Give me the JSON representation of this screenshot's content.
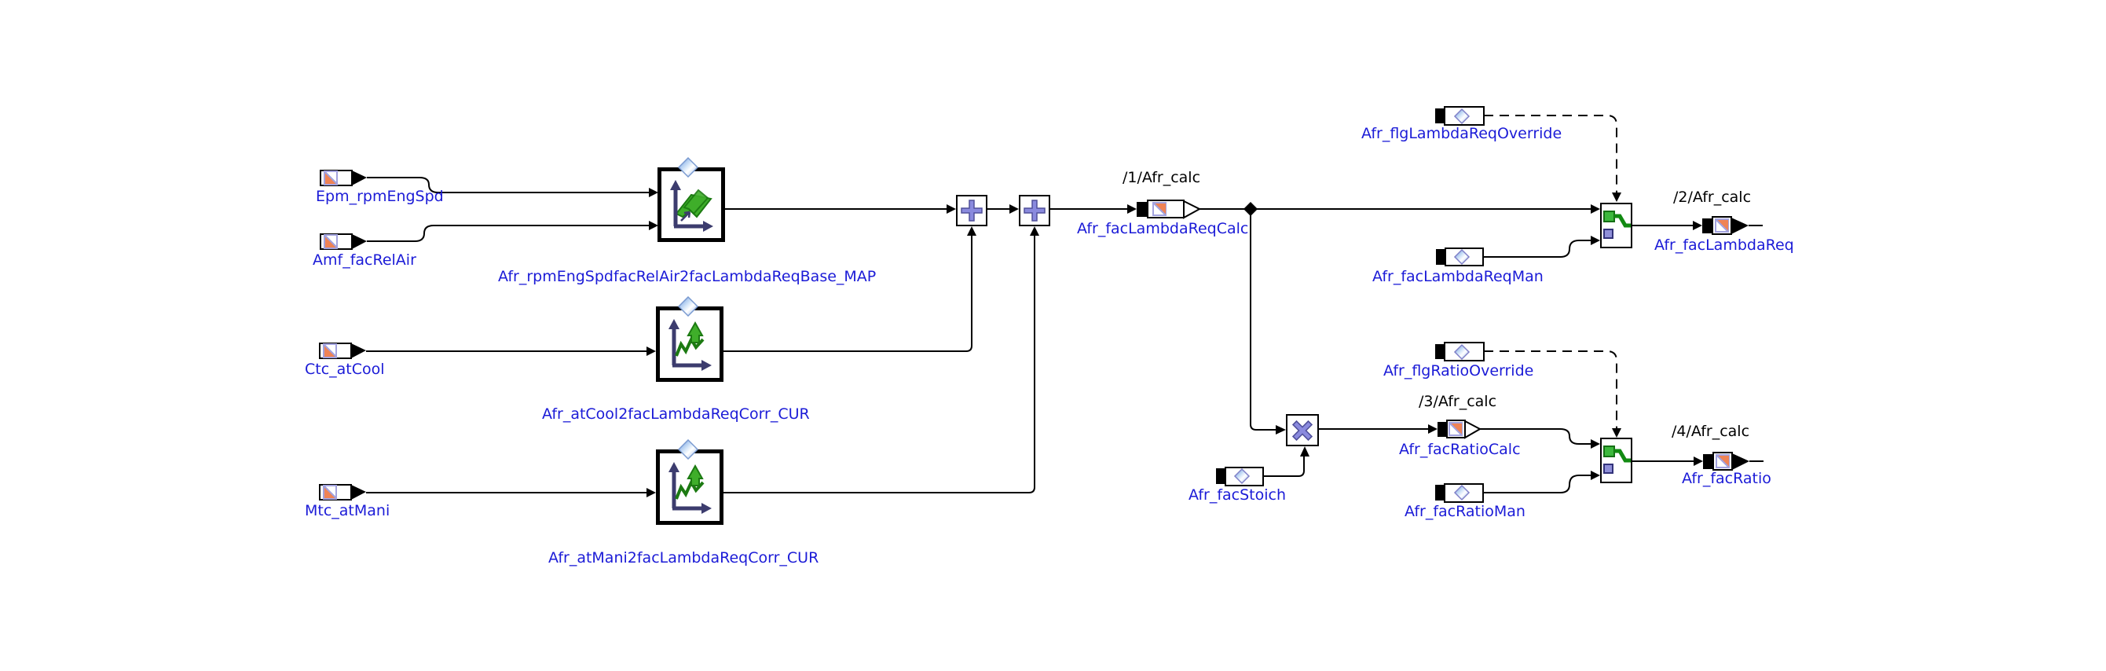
{
  "app": {
    "view": "block-diagram-canvas",
    "background": "#ffffff"
  },
  "colors": {
    "label_blue": "#1b1bd7",
    "label_black": "#000000",
    "wire": "#000000",
    "port_orange": "#ef8355",
    "port_lavender": "#a2a2de",
    "message_diamond_blue": "#8ab1e8",
    "icon_green": "#3fae2a",
    "icon_green_dark": "#1c7a12",
    "icon_navy": "#3c3c6e",
    "operator_purple": "#8a8ade",
    "switch_green": "#128a12"
  },
  "icons": {
    "receive_port": "orange-triangle-square",
    "send_port": "orange-triangle-square",
    "message_port": "blue-diamond",
    "map_block": "axes-green-surface-arrow",
    "curve_block": "axes-green-curve-arrow",
    "add": "+",
    "multiply": "×",
    "switch": "green-switch-lever",
    "calibration_diamond": "blue-white-diamond",
    "junction": "black-diamond"
  },
  "ports_in": [
    {
      "label": "Epm_rpmEngSpd"
    },
    {
      "label": "Amf_facRelAir"
    },
    {
      "label": "Ctc_atCool"
    },
    {
      "label": "Mtc_atMani"
    }
  ],
  "blocks": {
    "map": {
      "label": "Afr_rpmEngSpdfacRelAir2facLambdaReqBase_MAP",
      "type": "map-lookup"
    },
    "cur_cool": {
      "label": "Afr_atCool2facLambdaReqCorr_CUR",
      "type": "curve-lookup"
    },
    "cur_mani": {
      "label": "Afr_atMani2facLambdaReqCorr_CUR",
      "type": "curve-lookup"
    },
    "add1": {
      "symbol": "+"
    },
    "add2": {
      "symbol": "+"
    },
    "mult": {
      "symbol": "×"
    }
  },
  "msg_ports": [
    {
      "label": "Afr_flgLambdaReqOverride"
    },
    {
      "label": "Afr_facLambdaReqMan"
    },
    {
      "label": "Afr_flgRatioOverride"
    },
    {
      "label": "Afr_facStoich"
    },
    {
      "label": "Afr_facRatioMan"
    }
  ],
  "outports": [
    {
      "sequence": "/1/Afr_calc",
      "label": "Afr_facLambdaReqCalc"
    },
    {
      "sequence": "/2/Afr_calc",
      "label": "Afr_facLambdaReq"
    },
    {
      "sequence": "/3/Afr_calc",
      "label": "Afr_facRatioCalc"
    },
    {
      "sequence": "/4/Afr_calc",
      "label": "Afr_facRatio"
    }
  ]
}
